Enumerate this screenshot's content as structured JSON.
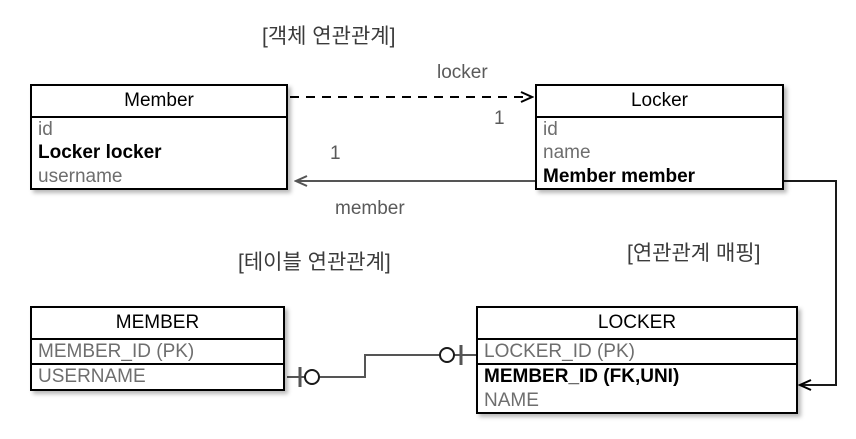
{
  "diagram": {
    "title_object_relation": "[객체 연관관계]",
    "title_table_relation": "[테이블 연관관계]",
    "title_relation_mapping": "[연관관계 매핑]"
  },
  "object_model": {
    "member": {
      "title": "Member",
      "attributes": [
        {
          "name": "id",
          "bold": false
        },
        {
          "name": "Locker locker",
          "bold": true
        },
        {
          "name": "username",
          "bold": false
        }
      ]
    },
    "locker": {
      "title": "Locker",
      "attributes": [
        {
          "name": "id",
          "bold": false
        },
        {
          "name": "name",
          "bold": false
        },
        {
          "name": "Member member",
          "bold": true
        }
      ]
    },
    "edges": {
      "locker_role": "locker",
      "locker_multiplicity": "1",
      "member_role": "member",
      "member_multiplicity": "1"
    }
  },
  "table_model": {
    "member_table": {
      "title": "MEMBER",
      "columns": [
        {
          "name": "MEMBER_ID (PK)",
          "bold": false
        },
        {
          "name": "USERNAME",
          "bold": false
        }
      ]
    },
    "locker_table": {
      "title": "LOCKER",
      "columns": [
        {
          "name": "LOCKER_ID (PK)",
          "bold": false
        },
        {
          "name": "MEMBER_ID (FK,UNI)",
          "bold": true
        },
        {
          "name": "NAME",
          "bold": false
        }
      ]
    }
  },
  "colors": {
    "border": "#000000",
    "attribute_text": "#6e6e6e",
    "bold_text": "#000000",
    "caption_text": "#3b3b3b",
    "solid_arrow": "#555555",
    "dashed_arrow": "#000000",
    "background": "#ffffff"
  }
}
